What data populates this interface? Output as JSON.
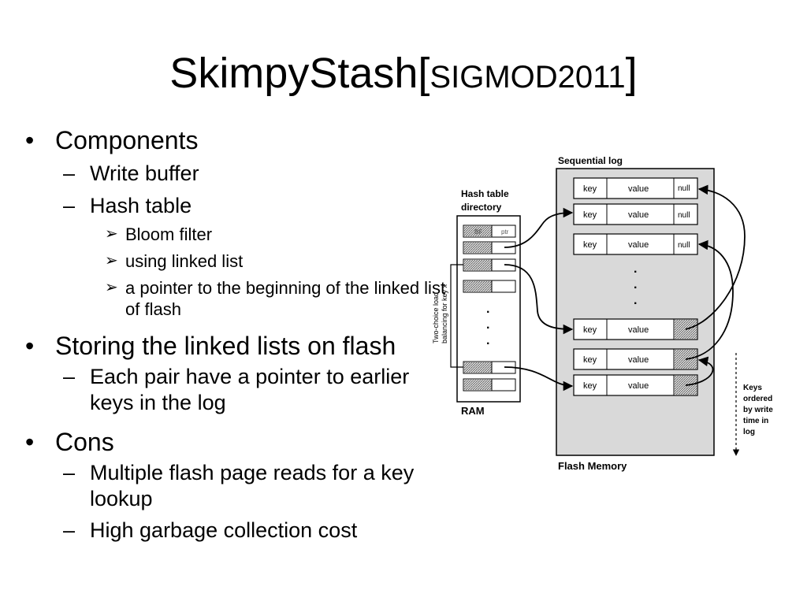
{
  "slide": {
    "title_main": "SkimpyStash[",
    "title_venue": "SIGMOD2011",
    "title_close": "]",
    "bullets": [
      {
        "level": 1,
        "text": "Components"
      },
      {
        "level": 2,
        "text": "Write buffer"
      },
      {
        "level": 2,
        "text": "Hash table"
      },
      {
        "level": 3,
        "text": "Bloom filter"
      },
      {
        "level": 3,
        "text": "using linked list"
      },
      {
        "level": 3,
        "text": "a pointer to the beginning of the linked list of flash"
      },
      {
        "level": 1,
        "text": "Storing the linked lists on flash"
      },
      {
        "level": 2,
        "text": "Each pair have a  pointer to earlier keys in the log"
      },
      {
        "level": 1,
        "text": "Cons"
      },
      {
        "level": 2,
        "text": "Multiple flash page reads for a key lookup"
      },
      {
        "level": 2,
        "text": "High garbage collection  cost"
      }
    ],
    "marks": {
      "level1": "•",
      "level2": "–",
      "level3": "➢"
    }
  },
  "diagram": {
    "sequential_log_label": "Sequential log",
    "hash_table_label_1": "Hash table",
    "hash_table_label_2": "directory",
    "ram_label": "RAM",
    "flash_memory_label": "Flash Memory",
    "bf_label": "BF",
    "ptr_label": "ptr",
    "two_choice_1": "Two-choice load",
    "two_choice_2": "balancing for key x",
    "ellipsis_dot": ".",
    "key_label": "key",
    "value_label": "value",
    "null_label": "null",
    "keys_ordered": [
      "Keys",
      "ordered",
      "by write",
      "time in",
      "log"
    ]
  }
}
